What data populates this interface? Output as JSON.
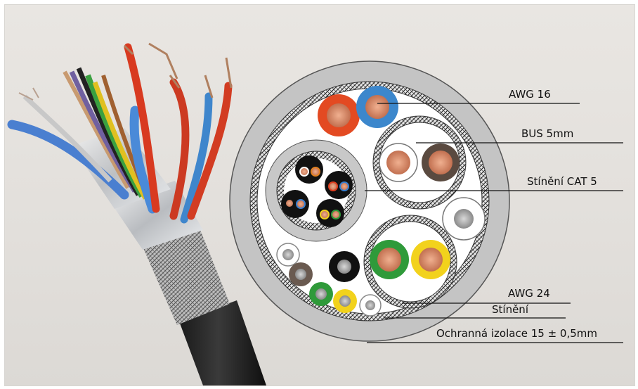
{
  "labels": {
    "awg16": "AWG 16",
    "bus": "BUS 5mm",
    "cat5": "Stínění CAT 5",
    "awg24": "AWG 24",
    "stineni": "Stínění",
    "izolace": "Ochranná izolace 15 ± 0,5mm"
  },
  "icons": [
    "cable-photo",
    "cable-cross-section"
  ],
  "colors": {
    "background": "#e5e2de",
    "sheath": "#c9c9c9",
    "copper": "#d98c6a",
    "wire_red": "#e04020",
    "wire_blue": "#3a86c8",
    "wire_green": "#2f9a3a",
    "wire_yellow": "#f2d21c"
  }
}
